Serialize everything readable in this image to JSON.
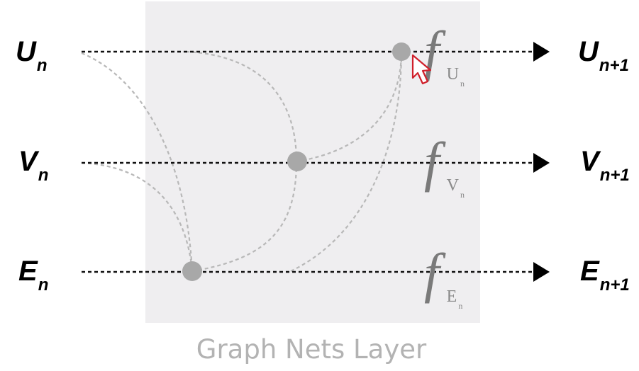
{
  "layer": {
    "label": "Graph Nets Layer",
    "background": "#efeef0"
  },
  "rows": [
    {
      "id": "u",
      "input_main": "U",
      "input_sub": "n",
      "output_main": "U",
      "output_sub": "n+1",
      "fn_main": "f",
      "fn_sub": "U",
      "fn_subsub": "n"
    },
    {
      "id": "v",
      "input_main": "V",
      "input_sub": "n",
      "output_main": "V",
      "output_sub": "n+1",
      "fn_main": "f",
      "fn_sub": "V",
      "fn_subsub": "n"
    },
    {
      "id": "e",
      "input_main": "E",
      "input_sub": "n",
      "output_main": "E",
      "output_sub": "n+1",
      "fn_main": "f",
      "fn_sub": "E",
      "fn_subsub": "n"
    }
  ],
  "cursor": {
    "icon": "mouse-pointer-icon",
    "color": "#d0202b"
  }
}
